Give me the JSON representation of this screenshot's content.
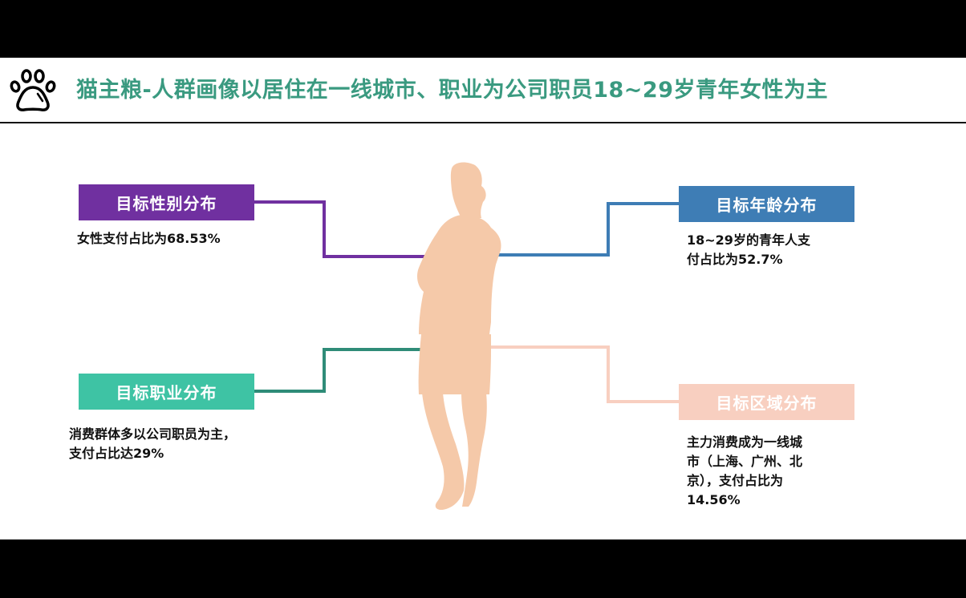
{
  "header": {
    "icon": "paw-icon",
    "title": "猫主粮-人群画像以居住在一线城市、职业为公司职员18~29岁青年女性为主",
    "title_color": "#3a9a80"
  },
  "figure": {
    "icon": "woman-silhouette",
    "color": "#f5c9a9"
  },
  "sections": {
    "gender": {
      "label": "目标性别分布",
      "color": "#7030a0",
      "description": "女性支付占比为68.53%"
    },
    "age": {
      "label": "目标年龄分布",
      "color": "#3e7db5",
      "description_line1": "18~29岁的青年人支",
      "description_line2": "付占比为52.7%"
    },
    "occupation": {
      "label": "目标职业分布",
      "color": "#3ec3a4",
      "line_color": "#2f8c78",
      "description_line1": "消费群体多以公司职员为主，",
      "description_line2": "支付占比达29%"
    },
    "region": {
      "label": "目标区域分布",
      "color": "#f8cfc0",
      "description_line1": "主力消费成为一线城",
      "description_line2": "市（上海、广州、北",
      "description_line3": "京），支付占比为",
      "description_line4": "14.56%"
    }
  }
}
